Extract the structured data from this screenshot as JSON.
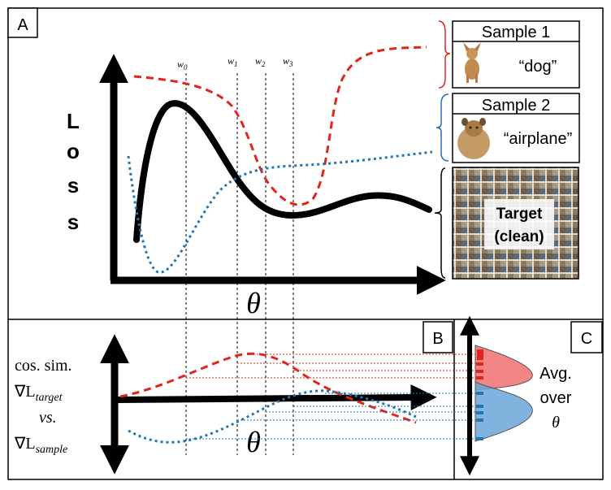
{
  "panels": {
    "a": "A",
    "b": "B",
    "c": "C"
  },
  "panel_a": {
    "y_axis_letters": [
      "L",
      "o",
      "s",
      "s"
    ],
    "x_axis_symbol": "θ",
    "weights": [
      {
        "base": "w",
        "sub": "0"
      },
      {
        "base": "w",
        "sub": "1"
      },
      {
        "base": "w",
        "sub": "2"
      },
      {
        "base": "w",
        "sub": "3"
      }
    ],
    "samples": [
      {
        "title": "Sample 1",
        "label": "“dog”",
        "image": "chihuahua-dog-photo",
        "color": "#e0251b"
      },
      {
        "title": "Sample 2",
        "label": "“airplane”",
        "image": "yorkshire-terrier-photo",
        "color": "#2e6db4"
      }
    ],
    "target": {
      "line1": "Target",
      "line2": "(clean)",
      "image": "image-grid-mosaic"
    }
  },
  "panel_b": {
    "ylabel_lines": [
      "cos. sim.",
      "∇L",
      "vs.",
      "∇L"
    ],
    "target_sub": "target",
    "sample_sub": "sample",
    "x_axis_symbol": "θ"
  },
  "panel_c": {
    "caption_lines": [
      "Avg.",
      "over",
      "θ"
    ]
  },
  "colors": {
    "red": "#e0251b",
    "blue": "#1f77b4",
    "black": "#000000",
    "red_fill": "#f07070",
    "blue_fill": "#6aa6d8"
  }
}
